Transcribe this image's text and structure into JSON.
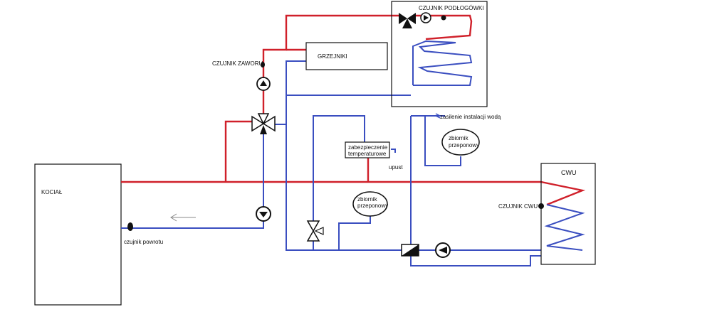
{
  "colors": {
    "supply": "#d0202a",
    "return": "#3a4ec0",
    "outline": "#111111",
    "background": "#ffffff"
  },
  "labels": {
    "boiler": "KOCIAŁ",
    "radiators": "GRZEJNIKI",
    "floor_sensor": "CZUJNIK PODŁOGÓWKI",
    "valve_sensor": "CZUJNIK ZAWORU",
    "water_supply": "zasilenie instalacji wodą",
    "expansion_tank_top": [
      "zbiornik",
      "przeponowy"
    ],
    "expansion_tank_mid": [
      "zbiornik",
      "przeponowy"
    ],
    "temp_protection": [
      "zabezpieczenie",
      "temperaturowe"
    ],
    "drain": "upust",
    "cwu": "CWU",
    "cwu_sensor": "CZUJNIK CWU",
    "return_sensor": "czujnik powrotu"
  },
  "icons": [
    "mixing-valve-icon",
    "pump-icon",
    "check-valve-icon",
    "arrow-left-icon",
    "sensor-icon"
  ]
}
